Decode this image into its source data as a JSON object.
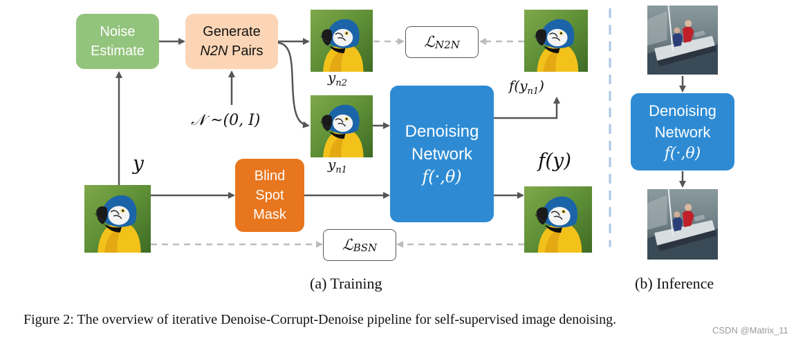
{
  "boxes": {
    "noise_estimate": {
      "line1": "Noise",
      "line2": "Estimate",
      "color": "#93c47d"
    },
    "generate_pairs": {
      "line1": "Generate",
      "line2_italic": "N2N",
      "line2_rest": " Pairs",
      "color": "#fbd5b5"
    },
    "blind_spot": {
      "line1": "Blind",
      "line2": "Spot",
      "line3": "Mask",
      "color": "#e8761e"
    },
    "denoising_training": {
      "line1": "Denoising",
      "line2": "Network",
      "line3": "f(·,θ)",
      "color": "#2e8bd3"
    },
    "denoising_inference": {
      "line1": "Denoising",
      "line2": "Network",
      "line3": "f(·,θ)",
      "color": "#2e8bd3"
    }
  },
  "losses": {
    "n2n": {
      "symbol": "ℒ",
      "sub": "N2N"
    },
    "bsn": {
      "symbol": "ℒ",
      "sub": "BSN"
    }
  },
  "labels": {
    "y": "y",
    "yn2_base": "y",
    "yn2_sub": "n2",
    "yn1_base": "y",
    "yn1_sub": "n1",
    "fyn1_pre": "f(y",
    "fyn1_sub": "n1",
    "fyn1_post": ")",
    "fy": "f(y)",
    "noise_dist": "𝒩 ~(0, I)"
  },
  "captions": {
    "training": "(a) Training",
    "inference": "(b) Inference",
    "figure": "Figure 2: The overview of iterative Denoise-Corrupt-Denoise pipeline for self-supervised image denoising.",
    "watermark": "CSDN @Matrix_11"
  },
  "colors": {
    "arrow": "#555555",
    "dashed": "#bbbbbb",
    "divider": "#a9c6e8"
  }
}
